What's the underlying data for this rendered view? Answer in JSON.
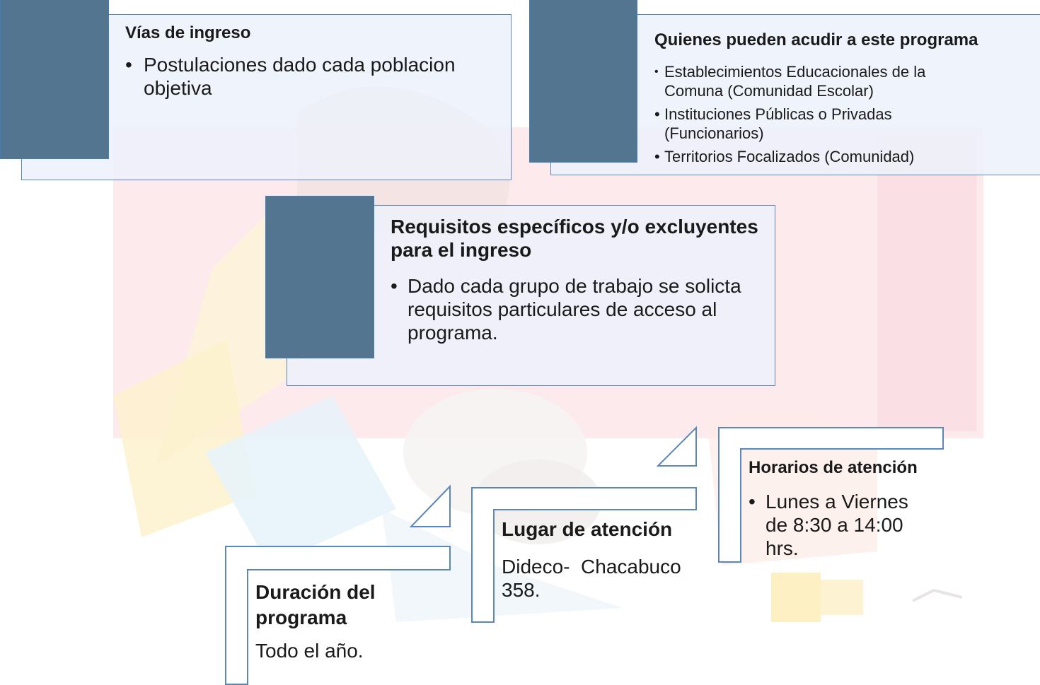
{
  "colors": {
    "card_fill": "#ecf1fa",
    "card_border": "#5b86b8",
    "square_fill": "#54758f",
    "square_border": "#3f7cc0"
  },
  "vias": {
    "title": "Vías de ingreso",
    "items": [
      "Postulaciones dado cada poblacion objetiva"
    ]
  },
  "quienes": {
    "title": "Quienes pueden acudir a este programa",
    "items": [
      "Establecimientos Educacionales de la Comuna (Comunidad Escolar)",
      "Instituciones Públicas o Privadas (Funcionarios)",
      "Territorios Focalizados (Comunidad)"
    ]
  },
  "requisitos": {
    "title": "Requisitos específicos y/o excluyentes para el ingreso",
    "items": [
      "Dado cada grupo de trabajo se solicta requisitos particulares de acceso al programa."
    ]
  },
  "steps": {
    "duracion": {
      "title": "Duración del programa",
      "text": "Todo el año."
    },
    "lugar": {
      "title": "Lugar de atención",
      "text": "Dideco-  Chacabuco 358."
    },
    "horarios": {
      "title": "Horarios de atención",
      "items": [
        "Lunes a Viernes de 8:30 a 14:00 hrs."
      ]
    }
  }
}
